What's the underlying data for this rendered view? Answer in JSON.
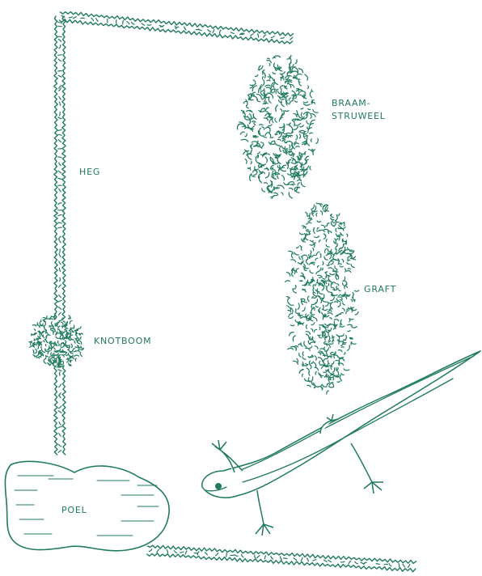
{
  "labels": {
    "heg": "HEG",
    "braamstruweel_line1": "BRAAM-",
    "braamstruweel_line2": "STRUWEEL",
    "graft": "GRAFT",
    "knotboom": "KNOTBOOM",
    "poel": "POEL"
  },
  "colors": {
    "ink": "#1f7a5e",
    "background": "#ffffff"
  }
}
